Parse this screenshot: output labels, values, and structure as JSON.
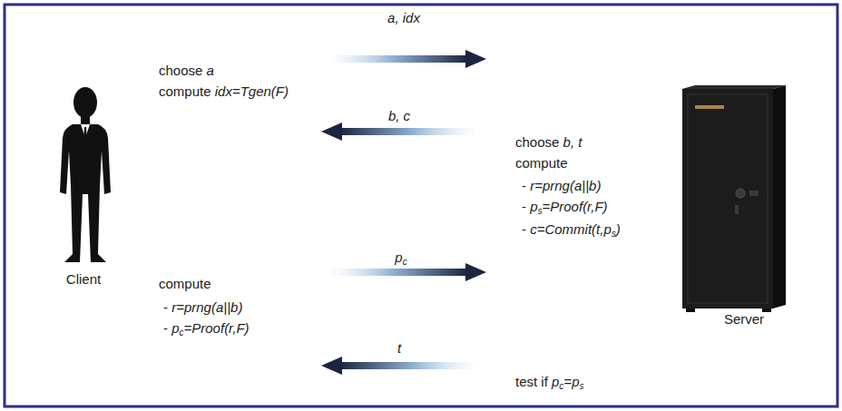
{
  "diagram": {
    "labels": [
      "a, idx",
      "choose a",
      "compute idx=Tgen(F)",
      "b, c",
      "choose b, t",
      "compute",
      "- r=prng(a||b)",
      "- ps=Proof(r,F)",
      "- c=Commit(t,ps)",
      "pc",
      "compute",
      "- r=prng(a||b)",
      "- pc=Proof(r,F)",
      "t",
      "test if pc=ps",
      "Client",
      "Server"
    ]
  }
}
